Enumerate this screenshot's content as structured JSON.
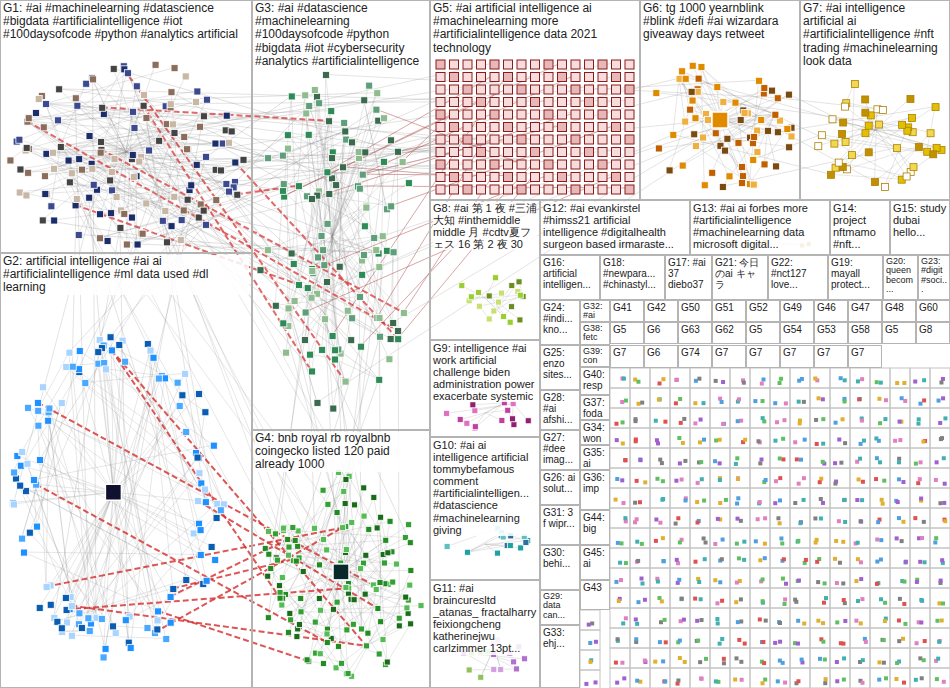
{
  "diagram": {
    "nodes": [
      {
        "text": [
          "G1: #ai #machinelearning #datascience #bigdata #artificialintelligence #iot #100daysofcode #python #analytics artificial"
        ]
      },
      {
        "text": [
          "G3: #ai #datascience #machinelearning #100daysofcode #python #bigdata #iot #cybersecurity #analytics #artificialintelligence"
        ]
      },
      {
        "text": [
          "G5: #ai artificial intelligence ai #machinelearning more #artificialintelligence data 2021 technology"
        ]
      },
      {
        "text": [
          "G6: tg 1000 yearnblink #blink #defi #ai wizardara giveaway days retweet"
        ]
      },
      {
        "text": [
          "G7: #ai intelligence artificial ai #artificialintelligence #nft trading #machinelearning look data"
        ]
      },
      {
        "text": [
          "G2: artificial intelligence #ai ai #artificialintelligence #ml data used #dl learning"
        ]
      },
      {
        "text": [
          "G4: bnb royal rb royalbnb coingecko listed 120 paid already 1000"
        ]
      },
      {
        "text": [
          "G8: #ai 第 1 夜 #三浦大知 #inthemiddle middle 月 #cdtv夏フェス 16 第 2 夜 30"
        ]
      },
      {
        "text": [
          "G12: #ai evankirstel #himss21 artificial intelligence #digitalhealth surgeon based irmaraste..."
        ]
      },
      {
        "text": [
          "G13: #ai ai forbes more #artificialintelligence #machinelearning data microsoft digital..."
        ]
      },
      {
        "text": [
          "G14: project nftmamo #nft..."
        ]
      },
      {
        "text": [
          "G15: study dubai hello..."
        ]
      },
      {
        "text": [
          "G16: artificial intelligen..."
        ]
      },
      {
        "text": [
          "G18: #newpara... #chinastyl..."
        ]
      },
      {
        "text": [
          "G17: #ai 37 diebo37"
        ]
      },
      {
        "text": [
          "G21: 今日のai キャラ"
        ]
      },
      {
        "text": [
          "G22: #nct127 love..."
        ]
      },
      {
        "text": [
          "G19: mayall protect..."
        ]
      },
      {
        "text": [
          "G20: queen becom..."
        ]
      },
      {
        "text": [
          "G23: #digit #soci..."
        ]
      },
      {
        "text": [
          "G9: intelligence #ai work artificial challenge biden administration power exacerbate systemic"
        ]
      },
      {
        "text": [
          "G10: #ai ai intelligence artificial tommybefamous comment #artificialintelligen... #datascience #machinelearning giving"
        ]
      },
      {
        "text": [
          "G11: #ai braincuresltd _atanas_ fractalharry feixiongcheng katherinejwu carlzimmer 13pt..."
        ]
      },
      {
        "text": [
          "G24: #indi... kno..."
        ]
      },
      {
        "text": [
          "G25: enzo sites..."
        ]
      },
      {
        "text": [
          "G28: #ai afshi..."
        ]
      },
      {
        "text": [
          "G27: #dee imag..."
        ]
      },
      {
        "text": [
          "G26: ai solut..."
        ]
      },
      {
        "text": [
          "G31: 3 f wipr..."
        ]
      },
      {
        "text": [
          "G30: behi..."
        ]
      },
      {
        "text": [
          "G29: data can..."
        ]
      },
      {
        "text": [
          "G33: ehj..."
        ]
      },
      {
        "text": [
          "G32: #ai"
        ]
      },
      {
        "text": [
          "G38: fetc"
        ]
      },
      {
        "text": [
          "G39: con"
        ]
      },
      {
        "text": [
          "G40: resp"
        ]
      },
      {
        "text": [
          "G37: foda"
        ]
      },
      {
        "text": [
          "G34: won"
        ]
      },
      {
        "text": [
          "G35: ai"
        ]
      },
      {
        "text": [
          "G36: imp"
        ]
      },
      {
        "text": [
          "G44: big"
        ]
      },
      {
        "text": [
          "G45: ai"
        ]
      },
      {
        "text": [
          "G43"
        ]
      },
      {
        "text": [
          "G41"
        ]
      },
      {
        "text": [
          "G42"
        ]
      },
      {
        "text": [
          "G50"
        ]
      },
      {
        "text": [
          "G51"
        ]
      },
      {
        "text": [
          "G52"
        ]
      },
      {
        "text": [
          "G49"
        ]
      },
      {
        "text": [
          "G46"
        ]
      },
      {
        "text": [
          "G47"
        ]
      },
      {
        "text": [
          "G48"
        ]
      },
      {
        "text": [
          "G60"
        ]
      },
      {
        "text": [
          "G5"
        ]
      },
      {
        "text": [
          "G6"
        ]
      },
      {
        "text": [
          "G63"
        ]
      },
      {
        "text": [
          "G62"
        ]
      },
      {
        "text": [
          "G5"
        ]
      },
      {
        "text": [
          "G54"
        ]
      },
      {
        "text": [
          "G53"
        ]
      },
      {
        "text": [
          "G58"
        ]
      },
      {
        "text": [
          "G5"
        ]
      },
      {
        "text": [
          "G8"
        ]
      },
      {
        "text": [
          "G7"
        ]
      },
      {
        "text": [
          "G6"
        ]
      },
      {
        "text": [
          "G74"
        ]
      },
      {
        "text": [
          "G7"
        ]
      },
      {
        "text": [
          "G7"
        ]
      },
      {
        "text": [
          "G7"
        ]
      },
      {
        "text": [
          "G7"
        ]
      },
      {
        "text": [
          "G7"
        ]
      }
    ]
  }
}
